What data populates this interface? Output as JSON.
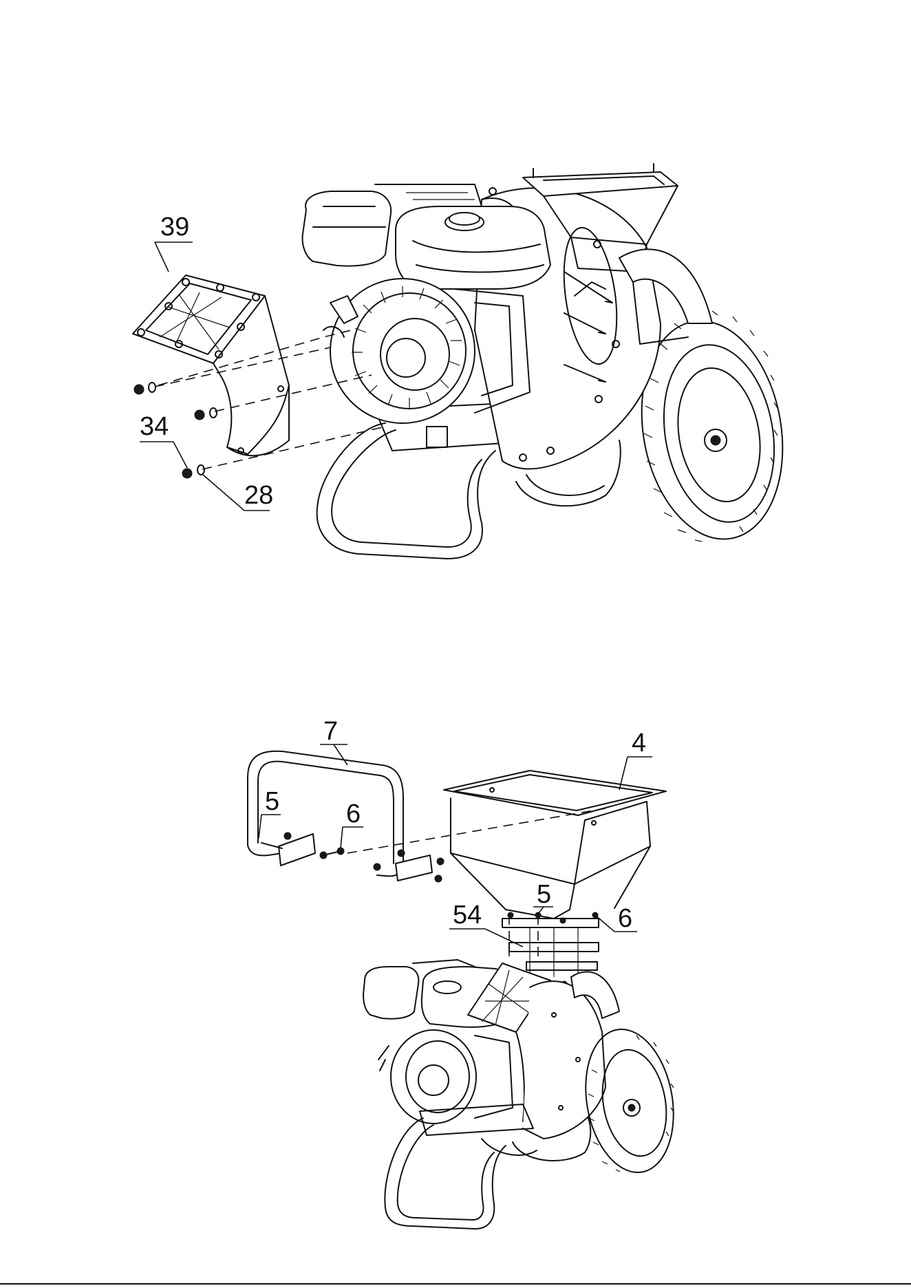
{
  "figure_top": {
    "callouts": {
      "c39": "39",
      "c34": "34",
      "c28": "28"
    }
  },
  "figure_bottom": {
    "callouts": {
      "c7": "7",
      "c4": "4",
      "c5a": "5",
      "c6a": "6",
      "c5b": "5",
      "c54": "54",
      "c6b": "6"
    }
  }
}
